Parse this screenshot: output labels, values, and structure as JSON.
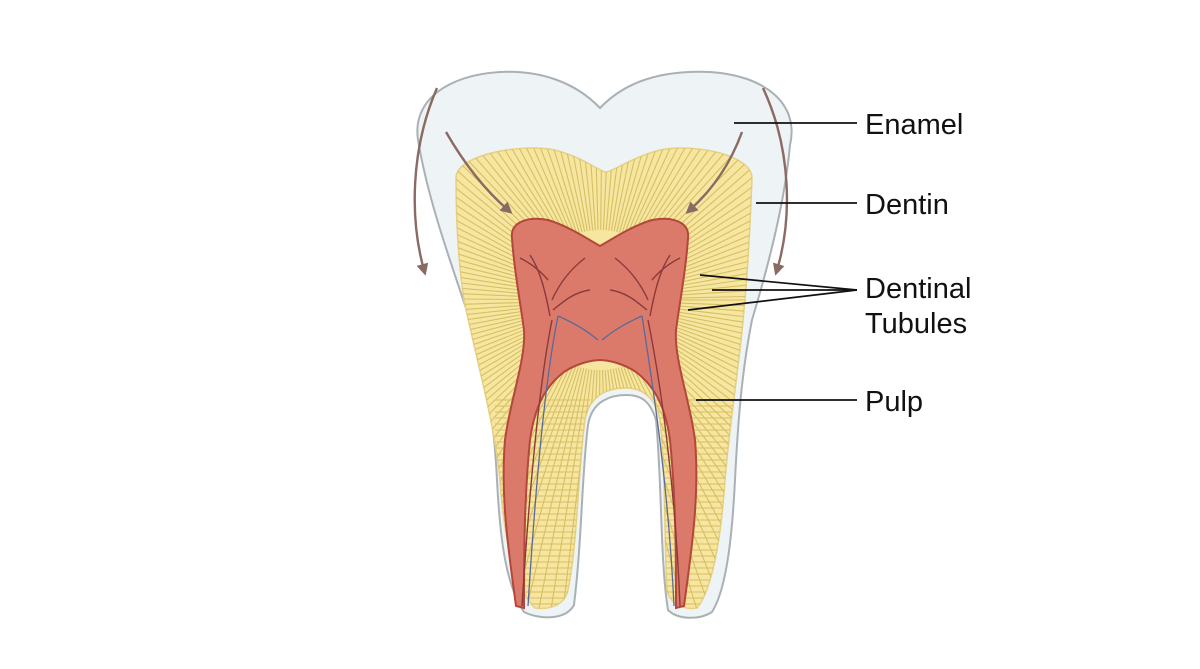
{
  "diagram": {
    "labels": {
      "enamel": "Enamel",
      "dentin": "Dentin",
      "tubules_line1": "Dentinal",
      "tubules_line2": "Tubules",
      "pulp": "Pulp"
    },
    "colors": {
      "background": "#ffffff",
      "enamel_fill": "#eef3f5",
      "enamel_stroke": "#a9b1b6",
      "dentin_fill": "#f6e6a0",
      "tubule_stroke": "#d6bf63",
      "pulp_fill": "#db7a6a",
      "pulp_stroke": "#b4473a",
      "nerve_stroke": "#8b3a3c",
      "vessel_stroke": "#5a6a98",
      "flow_arrow": "#8a6a62",
      "label_text": "#111111"
    }
  }
}
